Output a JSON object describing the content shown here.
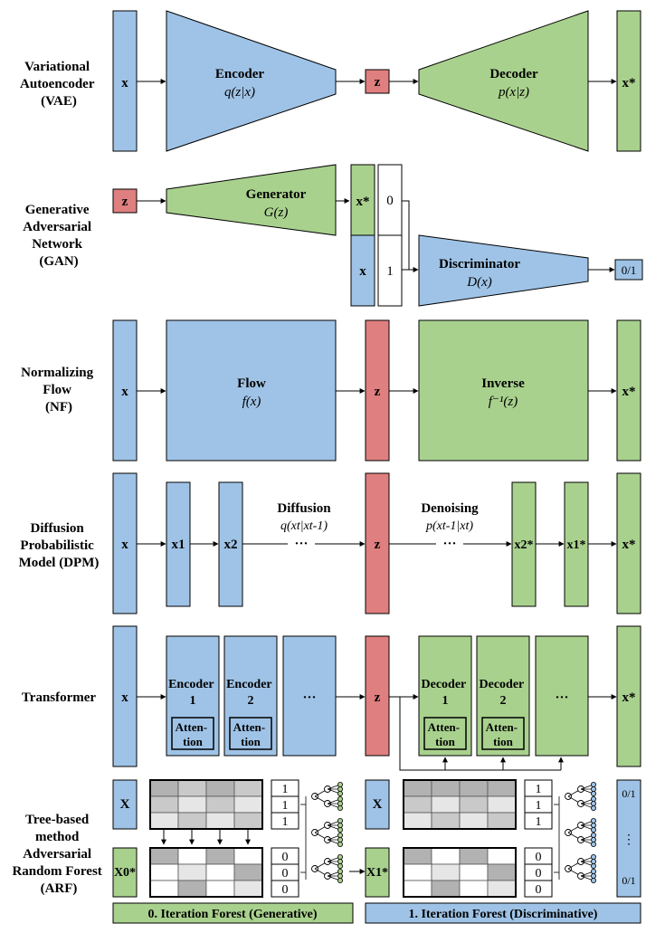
{
  "colors": {
    "blue": "#9fc3e6",
    "green": "#a9d18e",
    "red": "#e07f7f",
    "stroke": "#000000"
  },
  "rows": {
    "vae": {
      "label": [
        "Variational",
        "Autoencoder",
        "(VAE)"
      ],
      "x": "x",
      "encoder": "Encoder",
      "encoder_f": "q(z|x)",
      "z": "z",
      "decoder": "Decoder",
      "decoder_f": "p(x|z)",
      "xstar": "x*"
    },
    "gan": {
      "label": [
        "Generative",
        "Adversarial",
        "Network",
        "(GAN)"
      ],
      "z": "z",
      "generator": "Generator",
      "generator_f": "G(z)",
      "xstar": "x*",
      "x": "x",
      "zero": "0",
      "one": "1",
      "discriminator": "Discriminator",
      "discriminator_f": "D(x)",
      "out": "0/1"
    },
    "nf": {
      "label": [
        "Normalizing",
        "Flow",
        "(NF)"
      ],
      "x": "x",
      "flow": "Flow",
      "flow_f": "f(x)",
      "z": "z",
      "inverse": "Inverse",
      "inverse_f": "f⁻¹(z)",
      "xstar": "x*"
    },
    "dpm": {
      "label": [
        "Diffusion",
        "Probabilistic",
        "Model (DPM)"
      ],
      "x": "x",
      "x1": "x1",
      "x2": "x2",
      "diffusion": "Diffusion",
      "diffusion_f": "q(xt|xt-1)",
      "dots": "···",
      "z": "z",
      "denoising": "Denoising",
      "denoising_f": "p(xt-1|xt)",
      "x2s": "x2*",
      "x1s": "x1*",
      "xstar": "x*"
    },
    "transformer": {
      "label": [
        "Transformer"
      ],
      "x": "x",
      "enc1": [
        "Encoder",
        "1"
      ],
      "enc2": [
        "Encoder",
        "2"
      ],
      "attn": [
        "Atten-",
        "tion"
      ],
      "dots": "···",
      "z": "z",
      "dec1": [
        "Decoder",
        "1"
      ],
      "dec2": [
        "Decoder",
        "2"
      ],
      "xstar": "x*"
    },
    "arf": {
      "label": [
        "Tree-based",
        "method",
        "Adversarial",
        "Random Forest",
        "(ARF)"
      ],
      "X": "X",
      "X0s": "X0*",
      "X1s": "X1*",
      "ones": [
        "1",
        "1",
        "1"
      ],
      "zeros": [
        "0",
        "0",
        "0"
      ],
      "out_top": "0/1",
      "out_dots": "⋮",
      "out_bot": "0/1",
      "iter0": "0. Iteration Forest (Generative)",
      "iter1": "1. Iteration Forest (Discriminative)"
    }
  }
}
